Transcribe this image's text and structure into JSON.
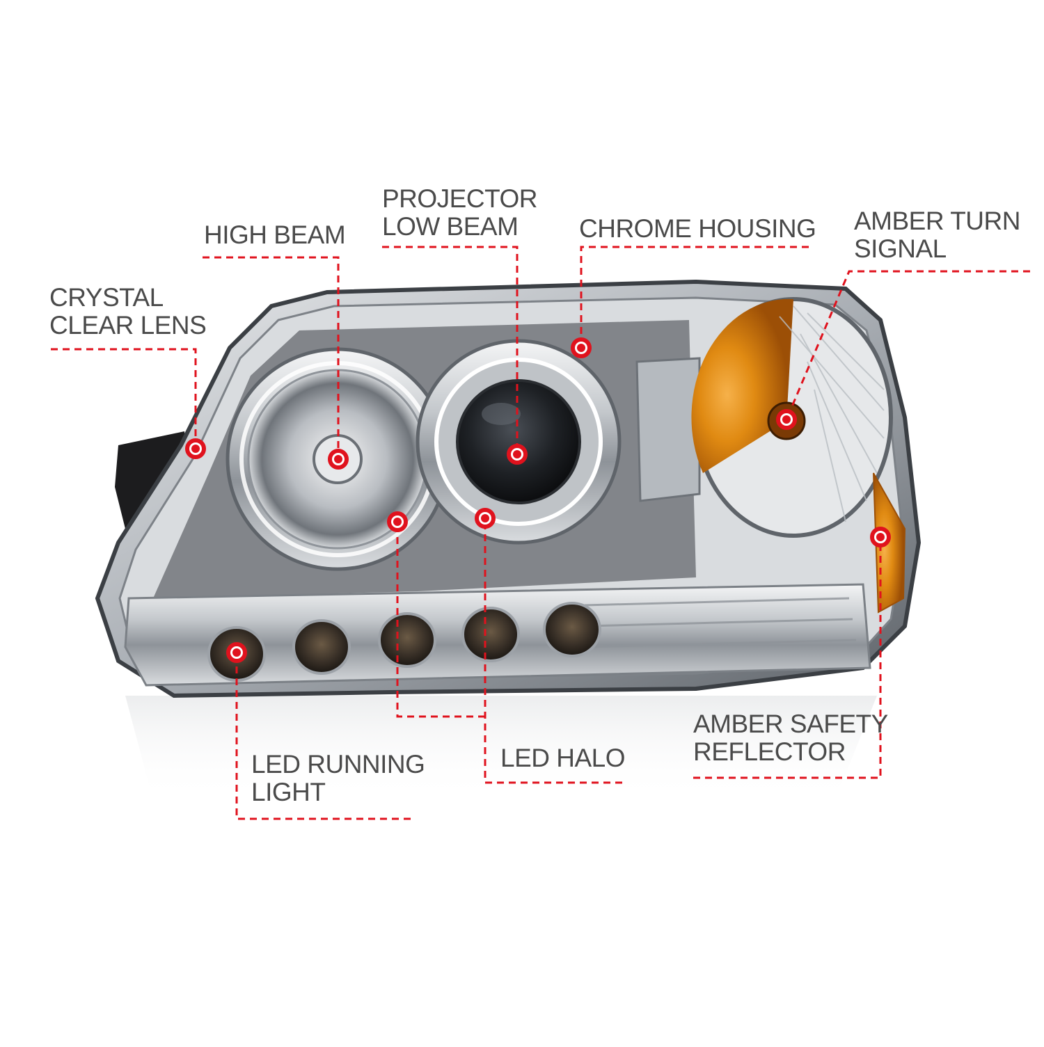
{
  "colors": {
    "leader": "#e0121d",
    "label_text": "#4a4a4a",
    "chrome": "#c9ccd0",
    "amber": "#e08a12",
    "background": "#ffffff"
  },
  "callouts": [
    {
      "id": "crystal-clear-lens",
      "lines": [
        "CRYSTAL",
        "CLEAR LENS"
      ]
    },
    {
      "id": "high-beam",
      "lines": [
        "HIGH BEAM"
      ]
    },
    {
      "id": "projector-low-beam",
      "lines": [
        "PROJECTOR",
        "LOW BEAM"
      ]
    },
    {
      "id": "chrome-housing",
      "lines": [
        "CHROME HOUSING"
      ]
    },
    {
      "id": "amber-turn-signal",
      "lines": [
        "AMBER TURN",
        "SIGNAL"
      ]
    },
    {
      "id": "led-running-light",
      "lines": [
        "LED RUNNING",
        "LIGHT"
      ]
    },
    {
      "id": "led-halo",
      "lines": [
        "LED HALO"
      ]
    },
    {
      "id": "amber-safety-reflector",
      "lines": [
        "AMBER SAFETY",
        "REFLECTOR"
      ]
    }
  ]
}
